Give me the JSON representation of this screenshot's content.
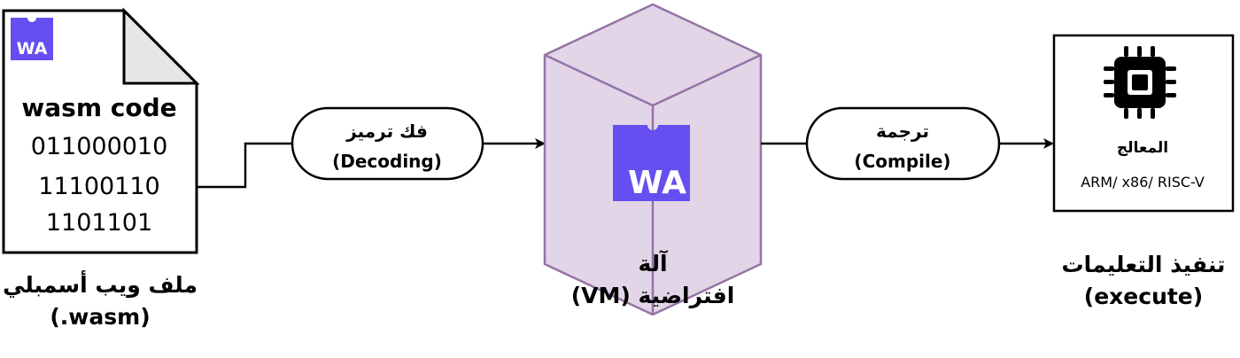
{
  "file": {
    "badge": "WA",
    "code_title": "wasm code",
    "binary_lines": [
      "011000010",
      "11100110",
      "1101101"
    ],
    "caption_line1": "ملف ويب أسمبلي",
    "caption_line2": "(.wasm)"
  },
  "decode_step": {
    "label_ar": "فك ترميز",
    "label_en": "(Decoding)"
  },
  "vm": {
    "badge": "WA",
    "caption_line1": "آلة",
    "caption_line2": "افتراضية (VM)"
  },
  "compile_step": {
    "label_ar": "ترجمة",
    "label_en": "(Compile)"
  },
  "cpu": {
    "label_ar": "المعالج",
    "arch": "ARM/ x86/ RISC-V",
    "caption_line1": "تنفيذ التعليمات",
    "caption_line2": "(execute)"
  },
  "colors": {
    "wasm_purple": "#654FF0",
    "cube_fill": "#E1D5E7",
    "cube_stroke": "#9673A6"
  }
}
